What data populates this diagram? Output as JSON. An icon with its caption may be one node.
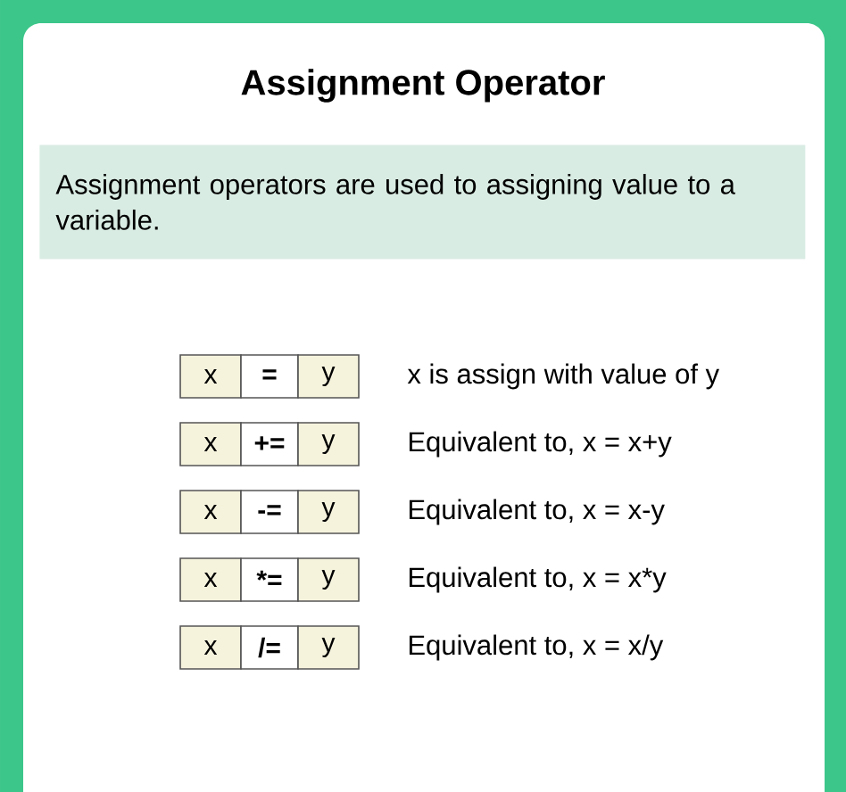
{
  "diagram": {
    "title": "Assignment Operator",
    "nodes": [
      {
        "text": [
          "Assignment operators are used to assigning value to a variable."
        ]
      },
      {
        "text": [
          "x"
        ]
      },
      {
        "text": [
          "="
        ]
      },
      {
        "text": [
          "y"
        ]
      },
      {
        "text": [
          "x"
        ]
      },
      {
        "text": [
          "+="
        ]
      },
      {
        "text": [
          "y"
        ]
      },
      {
        "text": [
          "x"
        ]
      },
      {
        "text": [
          "-="
        ]
      },
      {
        "text": [
          "y"
        ]
      },
      {
        "text": [
          "x"
        ]
      },
      {
        "text": [
          "*="
        ]
      },
      {
        "text": [
          "y"
        ]
      },
      {
        "text": [
          "x"
        ]
      },
      {
        "text": [
          "/="
        ]
      },
      {
        "text": [
          "y"
        ]
      }
    ],
    "labels": [
      "x is assign with value of y",
      "Equivalent to, x = x+y",
      "Equivalent to, x = x-y",
      "Equivalent to, x = x*y",
      "Equivalent to, x = x/y"
    ]
  }
}
